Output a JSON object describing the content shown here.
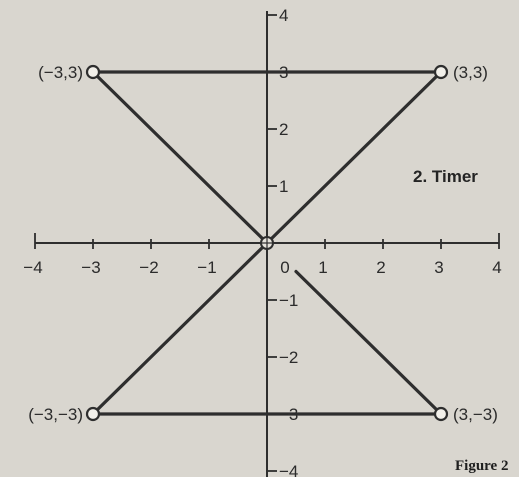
{
  "figure": {
    "title": "2. Timer",
    "caption": "Figure 2"
  },
  "chart_data": {
    "type": "line",
    "xlim": [
      -4,
      4
    ],
    "ylim": [
      -4,
      4
    ],
    "x_ticks": [
      "−4",
      "−3",
      "−2",
      "−1",
      "0",
      "1",
      "2",
      "3",
      "4"
    ],
    "x_tick_values": [
      -4,
      -3,
      -2,
      -1,
      0,
      1,
      2,
      3,
      4
    ],
    "y_ticks": [
      "4",
      "3",
      "2",
      "1",
      "−1",
      "−2",
      "−3",
      "−4"
    ],
    "y_tick_values": [
      4,
      3,
      2,
      1,
      -1,
      -2,
      -3,
      -4
    ],
    "points": [
      {
        "label": "(−3,3)",
        "x": -3,
        "y": 3
      },
      {
        "label": "(3,3)",
        "x": 3,
        "y": 3
      },
      {
        "label": "(−3,−3)",
        "x": -3,
        "y": -3
      },
      {
        "label": "(3,−3)",
        "x": 3,
        "y": -3
      }
    ],
    "segments": [
      {
        "from": [
          -3,
          3
        ],
        "to": [
          3,
          3
        ]
      },
      {
        "from": [
          -3,
          3
        ],
        "to": [
          0,
          0
        ]
      },
      {
        "from": [
          0,
          0
        ],
        "to": [
          3,
          3
        ]
      },
      {
        "from": [
          0,
          0
        ],
        "to": [
          -3,
          -3
        ]
      },
      {
        "from": [
          -3,
          -3
        ],
        "to": [
          3,
          -3
        ]
      },
      {
        "from": [
          0.5,
          -0.5
        ],
        "to": [
          3,
          -3
        ]
      }
    ],
    "origin_marker": true,
    "grid": false
  }
}
